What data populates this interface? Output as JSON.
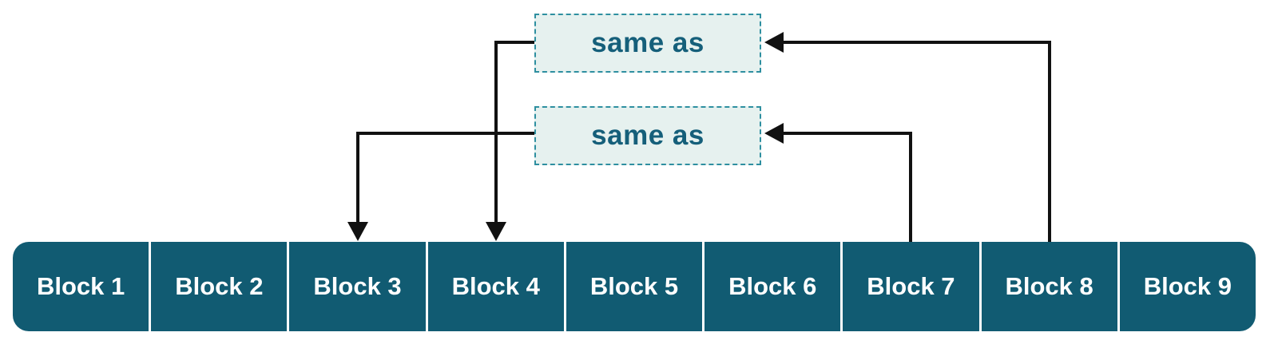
{
  "diagram": {
    "annotations": [
      {
        "label": "same as",
        "position": "top"
      },
      {
        "label": "same as",
        "position": "bottom"
      }
    ],
    "blocks": [
      {
        "label": "Block 1"
      },
      {
        "label": "Block 2"
      },
      {
        "label": "Block 3"
      },
      {
        "label": "Block 4"
      },
      {
        "label": "Block 5"
      },
      {
        "label": "Block 6"
      },
      {
        "label": "Block 7"
      },
      {
        "label": "Block 8"
      },
      {
        "label": "Block 9"
      }
    ],
    "relations": [
      {
        "from": "Block 8",
        "via": "same as",
        "to": "Block 4"
      },
      {
        "from": "Block 7",
        "via": "same as",
        "to": "Block 3"
      }
    ],
    "colors": {
      "block_fill": "#115b72",
      "block_text": "#ffffff",
      "annotation_fill": "#e6f1ef",
      "annotation_border": "#2e8fa0",
      "annotation_text": "#155f7a",
      "connector": "#111111"
    }
  }
}
